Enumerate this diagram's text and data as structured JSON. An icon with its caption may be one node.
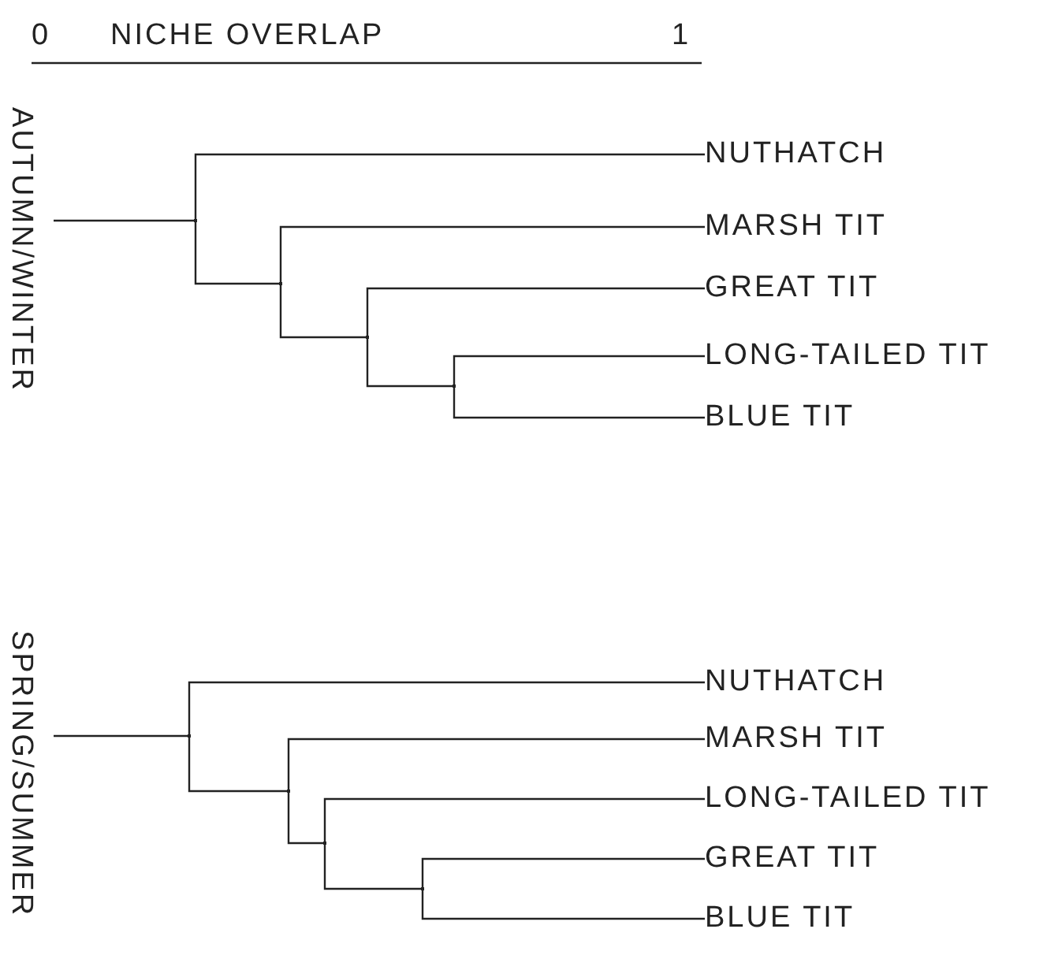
{
  "diagram": {
    "nodes": [
      {
        "text": [
          "NUTHATCH"
        ]
      },
      {
        "text": [
          "MARSH TIT"
        ]
      },
      {
        "text": [
          "GREAT TIT"
        ]
      },
      {
        "text": [
          "LONG-TAILED TIT"
        ]
      },
      {
        "text": [
          "BLUE TIT"
        ]
      },
      {
        "text": [],
        "shape": "junction"
      },
      {
        "text": [],
        "shape": "junction"
      },
      {
        "text": [],
        "shape": "junction"
      },
      {
        "text": [],
        "shape": "junction"
      },
      {
        "text": [
          "NUTHATCH"
        ]
      },
      {
        "text": [
          "MARSH TIT"
        ]
      },
      {
        "text": [
          "LONG-TAILED TIT"
        ]
      },
      {
        "text": [
          "GREAT TIT"
        ]
      },
      {
        "text": [
          "BLUE TIT"
        ]
      },
      {
        "text": [],
        "shape": "junction"
      },
      {
        "text": [],
        "shape": "junction"
      },
      {
        "text": [],
        "shape": "junction"
      },
      {
        "text": [],
        "shape": "junction"
      }
    ],
    "edges": [
      {
        "from": null,
        "to": 5,
        "arrow": "none"
      },
      {
        "from": 5,
        "to": 0,
        "arrow": "none"
      },
      {
        "from": 5,
        "to": 6,
        "arrow": "none"
      },
      {
        "from": 6,
        "to": 1,
        "arrow": "none"
      },
      {
        "from": 6,
        "to": 7,
        "arrow": "none"
      },
      {
        "from": 7,
        "to": 2,
        "arrow": "none"
      },
      {
        "from": 7,
        "to": 8,
        "arrow": "none"
      },
      {
        "from": 8,
        "to": 3,
        "arrow": "none"
      },
      {
        "from": 8,
        "to": 4,
        "arrow": "none"
      },
      {
        "from": null,
        "to": 14,
        "arrow": "none"
      },
      {
        "from": 14,
        "to": 9,
        "arrow": "none"
      },
      {
        "from": 14,
        "to": 15,
        "arrow": "none"
      },
      {
        "from": 15,
        "to": 10,
        "arrow": "none"
      },
      {
        "from": 15,
        "to": 16,
        "arrow": "none"
      },
      {
        "from": 16,
        "to": 11,
        "arrow": "none"
      },
      {
        "from": 16,
        "to": 17,
        "arrow": "none"
      },
      {
        "from": 17,
        "to": 12,
        "arrow": "none"
      },
      {
        "from": 17,
        "to": 13,
        "arrow": "none"
      }
    ],
    "labels": [
      "0",
      "NICHE OVERLAP",
      "1",
      "AUTUMN/WINTER",
      "SPRING/SUMMER"
    ]
  }
}
